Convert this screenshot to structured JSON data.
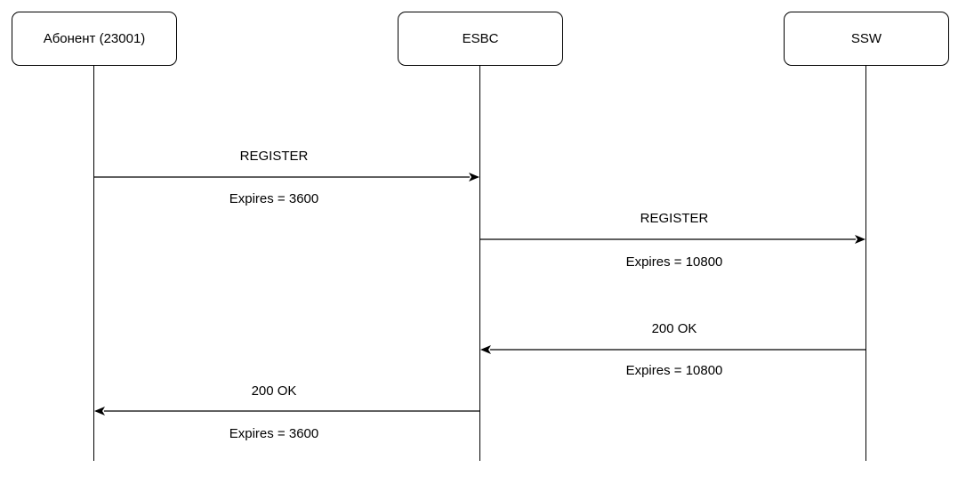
{
  "actors": {
    "subscriber": "Абонент (23001)",
    "esbc": "ESBC",
    "ssw": "SSW"
  },
  "messages": [
    {
      "from": "subscriber",
      "to": "esbc",
      "label": "REGISTER",
      "note": "Expires = 3600"
    },
    {
      "from": "esbc",
      "to": "ssw",
      "label": "REGISTER",
      "note": "Expires = 10800"
    },
    {
      "from": "ssw",
      "to": "esbc",
      "label": "200 OK",
      "note": "Expires = 10800"
    },
    {
      "from": "esbc",
      "to": "subscriber",
      "label": "200 OK",
      "note": "Expires = 3600"
    }
  ]
}
